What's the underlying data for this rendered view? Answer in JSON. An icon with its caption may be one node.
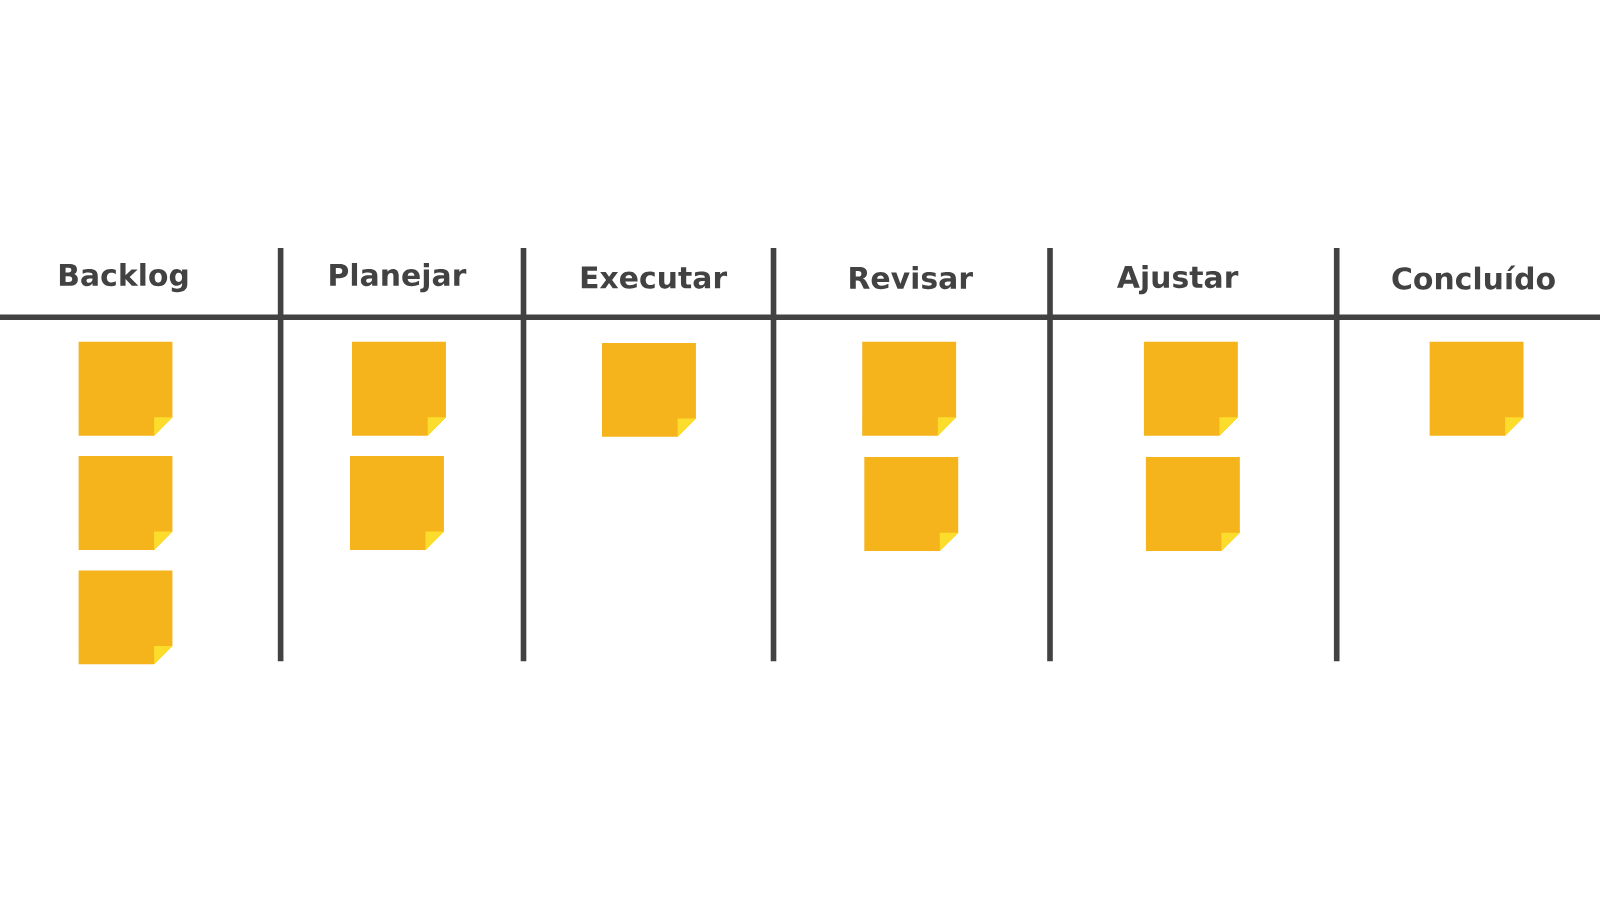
{
  "diagram": {
    "nodes": [
      {
        "text": [],
        "shape": "note"
      },
      {
        "text": [],
        "shape": "note"
      },
      {
        "text": [],
        "shape": "note"
      },
      {
        "text": [],
        "shape": "note"
      },
      {
        "text": [],
        "shape": "note"
      },
      {
        "text": [],
        "shape": "note"
      },
      {
        "text": [],
        "shape": "note"
      },
      {
        "text": [],
        "shape": "note"
      },
      {
        "text": [],
        "shape": "note"
      },
      {
        "text": [],
        "shape": "note"
      },
      {
        "text": [],
        "shape": "note"
      }
    ],
    "labels": [
      "Backlog",
      "Planejar",
      "Executar",
      "Revisar",
      "Ajustar",
      "Concluído"
    ]
  }
}
